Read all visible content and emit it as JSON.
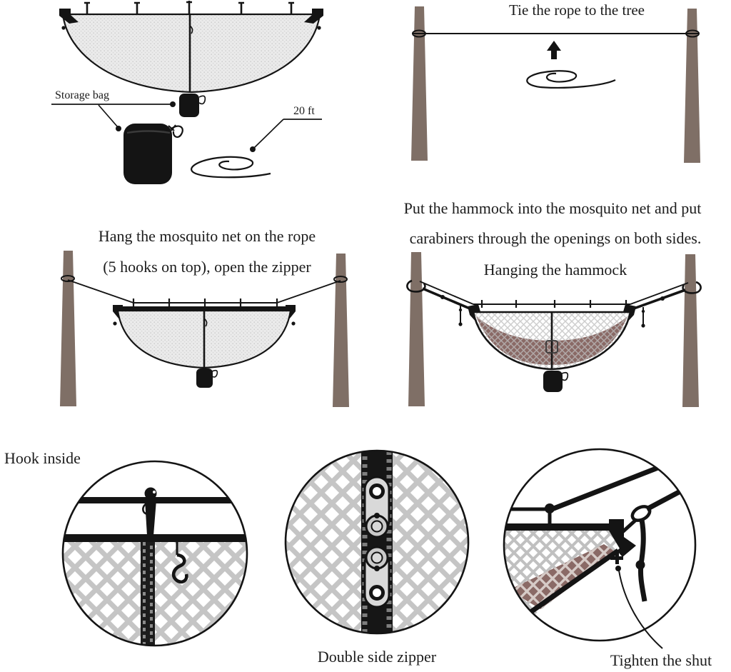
{
  "colors": {
    "tree": "#7f6f66",
    "hammock": "#8a6a66",
    "mesh": "#c5c5c5",
    "net_fill": "#ebebeb",
    "ink": "#141414"
  },
  "panels": {
    "unpack": {
      "storage_bag_label": "Storage bag",
      "rope_length_label": "20 ft"
    },
    "tie_rope": {
      "caption": "Tie the rope to the tree"
    },
    "hang_net": {
      "caption_line1": "Hang the mosquito net on the rope",
      "caption_line2": "(5 hooks on top), open the zipper"
    },
    "hang_hammock": {
      "caption_line1": "Put the hammock into the mosquito net and put",
      "caption_line2": "carabiners through the openings on both sides.",
      "caption_line3": "Hanging the hammock"
    }
  },
  "details": {
    "hook_inside": {
      "label": "Hook inside"
    },
    "double_zipper": {
      "label": "Double side zipper"
    },
    "tighten_shut": {
      "label": "Tighten the shut"
    }
  }
}
